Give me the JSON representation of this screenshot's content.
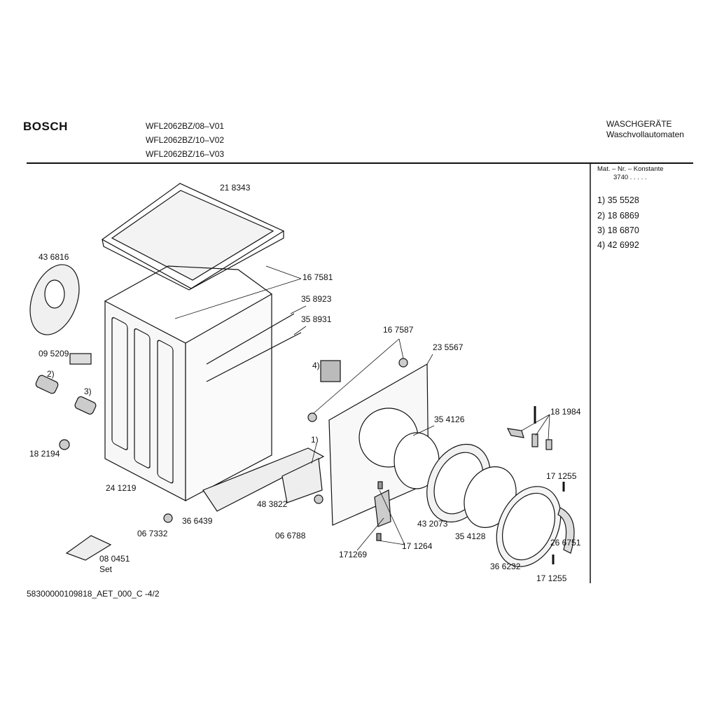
{
  "header": {
    "brand": "BOSCH",
    "models": [
      "WFL2062BZ/08–V01",
      "WFL2062BZ/10–V02",
      "WFL2062BZ/16–V03"
    ],
    "category": "WASCHGERÄTE",
    "subcategory": "Waschvollautomaten"
  },
  "side_panel": {
    "title": "Mat. – Nr. – Konstante",
    "constant": "3740  .  .    .  .  .",
    "items": [
      "1) 35 5528",
      "2)  18 6869",
      "3)  18 6870",
      "4)  42 6992"
    ]
  },
  "parts": [
    "21 8343",
    "43 6816",
    "16 7581",
    "35 8923",
    "35 8931",
    "09 5209",
    "16 7587",
    "23 5567",
    "4)",
    "2)",
    "3)",
    "35 4126",
    "18 1984",
    "18 2194",
    "1)",
    "17 1255",
    "24 1219",
    "48 3822",
    "36 6439",
    "06 7332",
    "43 2073",
    "06 6788",
    "35 4128",
    "26 6751",
    "17 1264",
    "171269",
    "08 0451",
    "Set",
    "36 6232",
    "17 1255"
  ],
  "footer": "58300000109818_AET_000_C -4/2"
}
